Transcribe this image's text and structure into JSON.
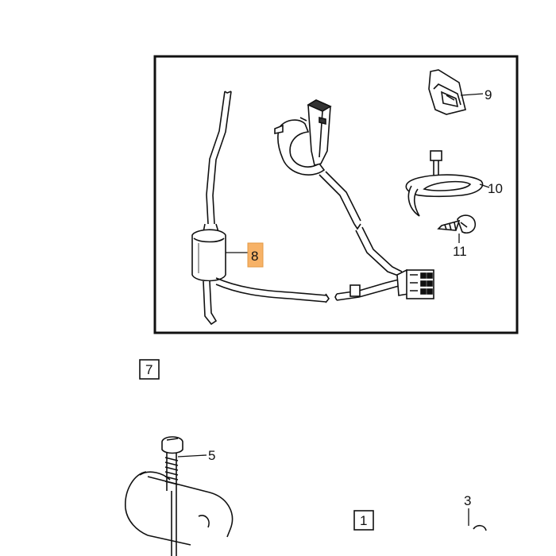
{
  "diagram": {
    "callouts": {
      "c9": "9",
      "c10": "10",
      "c11": "11",
      "c8": "8",
      "c5": "5",
      "c3": "3"
    },
    "boxed_labels": {
      "b7": "7",
      "b1": "1"
    },
    "highlight_color": "#f7b267",
    "line_color": "#111111"
  }
}
